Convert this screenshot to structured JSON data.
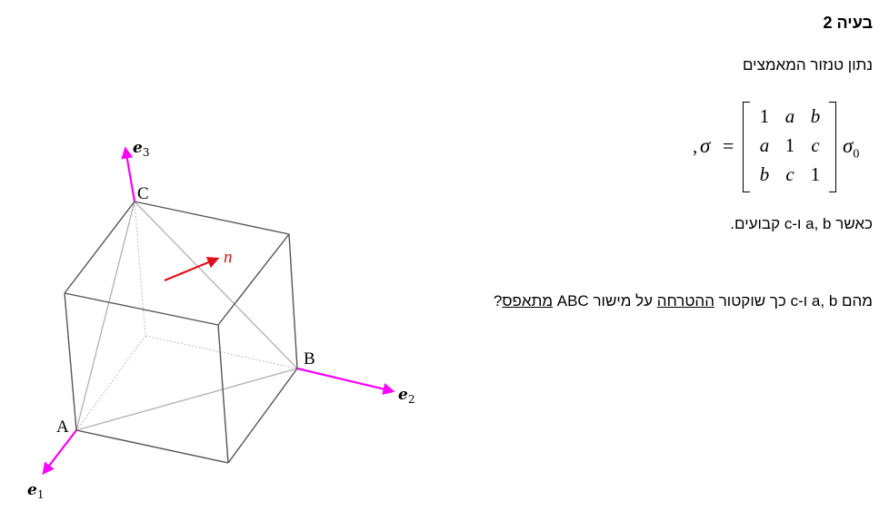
{
  "problem": {
    "title": "בעיה 2",
    "intro": "נתון טנזור המאמצים",
    "condition": "כאשר a, b ו-c קבועים.",
    "question_start": "מהם a, b ו-c כך שוקטור ",
    "question_u1": "ההטרחה",
    "question_mid": " על מישור ABC ",
    "question_u2": "מתאפס",
    "question_end": "?"
  },
  "equation": {
    "comma": ",",
    "lhs": "σ",
    "equals": "=",
    "matrix": [
      [
        "1",
        "a",
        "b"
      ],
      [
        "a",
        "1",
        "c"
      ],
      [
        "b",
        "c",
        "1"
      ]
    ],
    "factor": "σ",
    "factor_sub": "0"
  },
  "figure": {
    "labels": {
      "A": "A",
      "B": "B",
      "C": "C",
      "n": "n",
      "e1": "e",
      "e1_sub": "1",
      "e2": "e",
      "e2_sub": "2",
      "e3": "e",
      "e3_sub": "3"
    },
    "colors": {
      "axis": "#ff00ff",
      "normal": "#e0101a",
      "cube": "#555555",
      "triangle": "#b0b0b0"
    }
  }
}
